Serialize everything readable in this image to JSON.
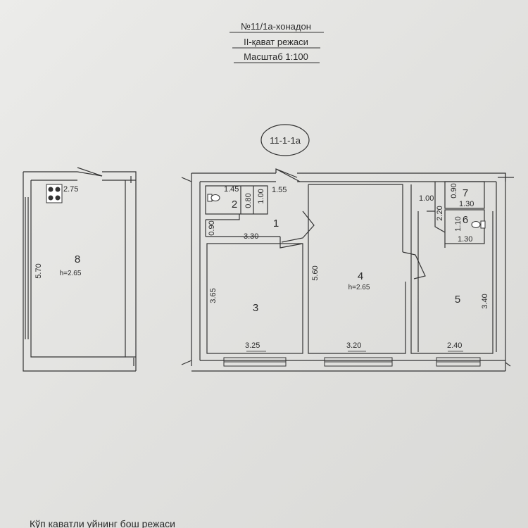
{
  "header": {
    "line1": "№11/1а-хонадон",
    "line2": "II-қават режаси",
    "line3": "Масштаб 1:100",
    "code": "11-1-1а"
  },
  "rooms": {
    "r1": "1",
    "r2": "2",
    "r3": "3",
    "r4": "4",
    "r5": "5",
    "r6": "6",
    "r7": "7",
    "r8": "8"
  },
  "heights": {
    "h4": "h=2.65",
    "h8": "h=2.65"
  },
  "dims": {
    "d_275": "2.75",
    "d_570": "5.70",
    "d_145": "1.45",
    "d_080": "0.80",
    "d_100a": "1.00",
    "d_155": "1.55",
    "d_090a": "0.90",
    "d_330": "3.30",
    "d_365": "3.65",
    "d_325": "3.25",
    "d_560": "5.60",
    "d_320": "3.20",
    "d_100b": "1.00",
    "d_090b": "0.90",
    "d_130a": "1.30",
    "d_220": "2.20",
    "d_110": "1.10",
    "d_130b": "1.30",
    "d_340": "3.40",
    "d_240": "2.40"
  },
  "footer": {
    "caption": "Кўп каватли уйнинг бош режаси"
  }
}
